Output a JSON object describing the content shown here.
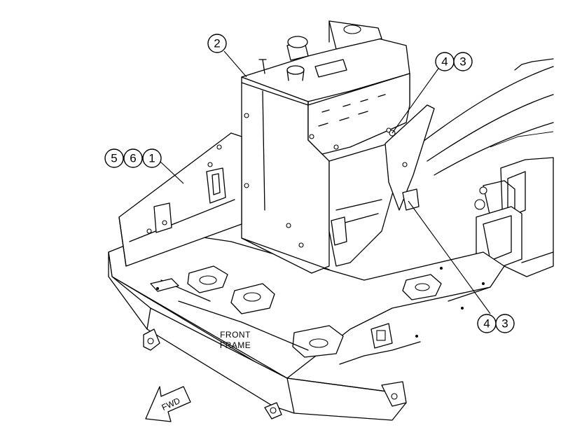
{
  "callouts": [
    {
      "id": "c2",
      "numbers": [
        "2"
      ]
    },
    {
      "id": "c43top",
      "numbers": [
        "4",
        "3"
      ]
    },
    {
      "id": "c561",
      "numbers": [
        "5",
        "6",
        "1"
      ]
    },
    {
      "id": "c43bottom",
      "numbers": [
        "4",
        "3"
      ]
    }
  ],
  "labels": {
    "front_frame_line1": "FRONT",
    "front_frame_line2": "FRAME",
    "fwd": "FWD"
  }
}
